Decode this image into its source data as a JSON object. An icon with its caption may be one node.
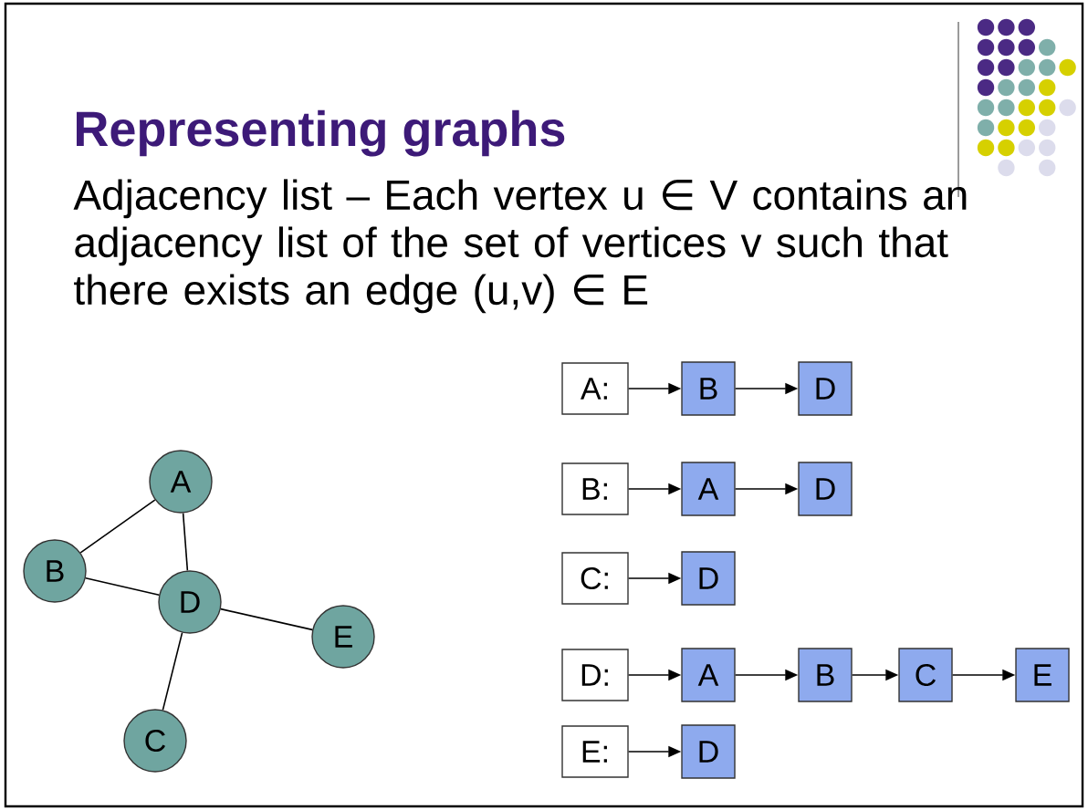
{
  "diagram": {
    "title": "Representing graphs",
    "nodes": [
      {
        "text": [
          "A"
        ]
      },
      {
        "text": [
          "B"
        ]
      },
      {
        "text": [
          "D"
        ]
      },
      {
        "text": [
          "E"
        ]
      },
      {
        "text": [
          "C"
        ]
      },
      {
        "text": [
          "A:"
        ]
      },
      {
        "text": [
          "B"
        ]
      },
      {
        "text": [
          "D"
        ]
      },
      {
        "text": [
          "B:"
        ]
      },
      {
        "text": [
          "A"
        ]
      },
      {
        "text": [
          "D"
        ]
      },
      {
        "text": [
          "C:"
        ]
      },
      {
        "text": [
          "D"
        ]
      },
      {
        "text": [
          "D:"
        ]
      },
      {
        "text": [
          "A"
        ]
      },
      {
        "text": [
          "B"
        ]
      },
      {
        "text": [
          "C"
        ]
      },
      {
        "text": [
          "E"
        ]
      },
      {
        "text": [
          "E:"
        ]
      },
      {
        "text": [
          "D"
        ]
      }
    ],
    "edges": [
      {
        "from": 0,
        "to": 1,
        "arrow": "none"
      },
      {
        "from": 0,
        "to": 2,
        "arrow": "none"
      },
      {
        "from": 1,
        "to": 2,
        "arrow": "none"
      },
      {
        "from": 2,
        "to": 3,
        "arrow": "none"
      },
      {
        "from": 2,
        "to": 4,
        "arrow": "none"
      },
      {
        "from": 5,
        "to": 6,
        "arrow": "to"
      },
      {
        "from": 6,
        "to": 7,
        "arrow": "to"
      },
      {
        "from": 8,
        "to": 9,
        "arrow": "to"
      },
      {
        "from": 9,
        "to": 10,
        "arrow": "to"
      },
      {
        "from": 11,
        "to": 12,
        "arrow": "to"
      },
      {
        "from": 13,
        "to": 14,
        "arrow": "to"
      },
      {
        "from": 14,
        "to": 15,
        "arrow": "to"
      },
      {
        "from": 15,
        "to": 16,
        "arrow": "to"
      },
      {
        "from": 16,
        "to": 17,
        "arrow": "to"
      },
      {
        "from": 18,
        "to": 19,
        "arrow": "to"
      }
    ],
    "labels": [
      "Adjacency list – Each vertex u ∈ V contains an adjacency list of the set of vertices v such that there exists an edge (u,v) ∈ E"
    ]
  }
}
